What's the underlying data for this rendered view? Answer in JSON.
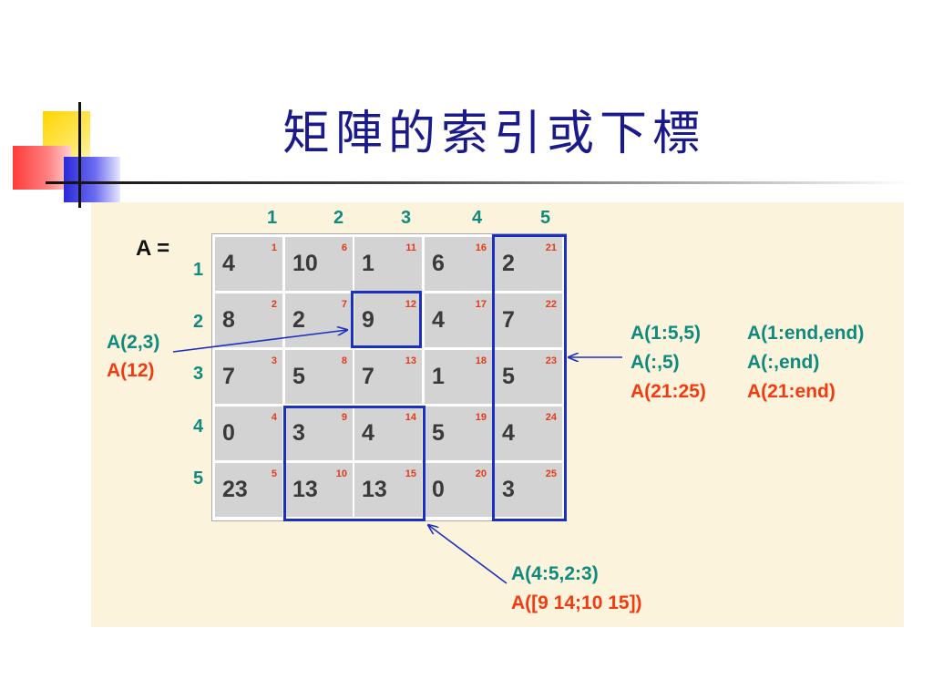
{
  "slide": {
    "title": "矩陣的索引或下標"
  },
  "matrix": {
    "name": "A =",
    "col_headers": [
      "1",
      "2",
      "3",
      "4",
      "5"
    ],
    "row_headers": [
      "1",
      "2",
      "3",
      "4",
      "5"
    ],
    "rows": [
      [
        {
          "v": "4",
          "i": "1"
        },
        {
          "v": "10",
          "i": "6"
        },
        {
          "v": "1",
          "i": "11"
        },
        {
          "v": "6",
          "i": "16"
        },
        {
          "v": "2",
          "i": "21"
        }
      ],
      [
        {
          "v": "8",
          "i": "2"
        },
        {
          "v": "2",
          "i": "7"
        },
        {
          "v": "9",
          "i": "12"
        },
        {
          "v": "4",
          "i": "17"
        },
        {
          "v": "7",
          "i": "22"
        }
      ],
      [
        {
          "v": "7",
          "i": "3"
        },
        {
          "v": "5",
          "i": "8"
        },
        {
          "v": "7",
          "i": "13"
        },
        {
          "v": "1",
          "i": "18"
        },
        {
          "v": "5",
          "i": "23"
        }
      ],
      [
        {
          "v": "0",
          "i": "4"
        },
        {
          "v": "3",
          "i": "9"
        },
        {
          "v": "4",
          "i": "14"
        },
        {
          "v": "5",
          "i": "19"
        },
        {
          "v": "4",
          "i": "24"
        }
      ],
      [
        {
          "v": "23",
          "i": "5"
        },
        {
          "v": "13",
          "i": "10"
        },
        {
          "v": "13",
          "i": "15"
        },
        {
          "v": "0",
          "i": "20"
        },
        {
          "v": "3",
          "i": "25"
        }
      ]
    ]
  },
  "annotations": {
    "single": {
      "line1": "A(2,3)",
      "line2": "A(12)"
    },
    "column": {
      "a1": "A(1:5,5)",
      "a2": "A(:,5)",
      "a3": "A(21:25)",
      "b1": "A(1:end,end)",
      "b2": "A(:,end)",
      "b3": "A(21:end)"
    },
    "block": {
      "line1": "A(4:5,2:3)",
      "line2": "A([9 14;10 15])"
    }
  },
  "colors": {
    "title": "#1a1a8c",
    "teal": "#0f8a7e",
    "red": "#f23b10",
    "highlight": "#1b2fc0",
    "panel": "#fcf3dc",
    "cell": "#d3d3d3"
  }
}
